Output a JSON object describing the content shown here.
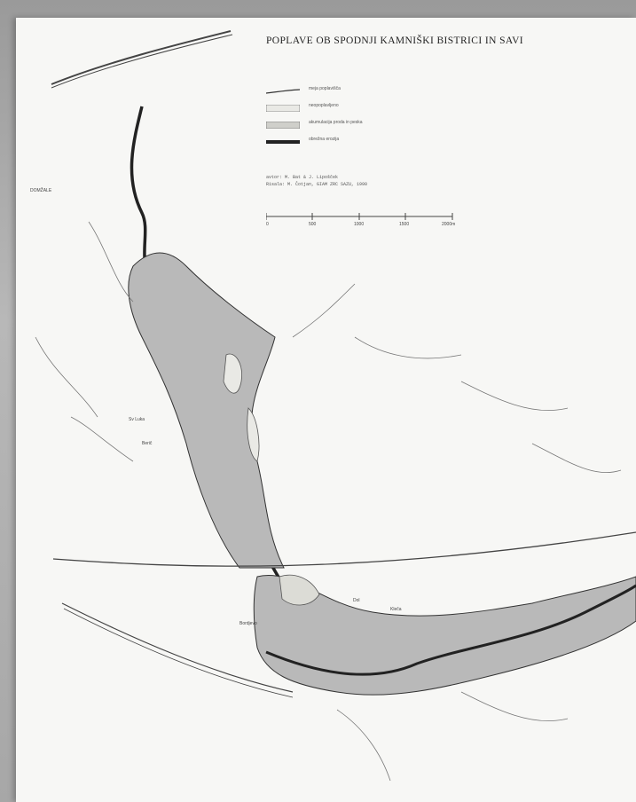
{
  "map": {
    "title": "POPLAVE OB SPODNJI KAMNIŠKI BISTRICI IN SAVI",
    "legend": [
      {
        "label": "meja poplavišča",
        "swatch": "line"
      },
      {
        "label": "neopoplavljeno",
        "swatch": "dots"
      },
      {
        "label": "akumulacija proda in peska",
        "swatch": "stipple"
      },
      {
        "label": "obrežna erozija",
        "swatch": "bold"
      }
    ],
    "credits": [
      "avtor: M. Bat & J. Lipošček",
      "Risala: M. Čotjan, GIAM ZRC SAZU, 1990"
    ],
    "scale_ticks": [
      "0",
      "500",
      "1000",
      "1500",
      "2000m"
    ],
    "places": {
      "domzale": "DOMŽALE",
      "sv_luka": "Sv Luka",
      "beric": "Berič",
      "bordjevo": "Bordjevo",
      "dol": "Dol",
      "kleca": "Klečа"
    },
    "colors": {
      "flood": "#b9b9b9",
      "lines": "#333333",
      "paper": "#f7f7f5"
    }
  }
}
